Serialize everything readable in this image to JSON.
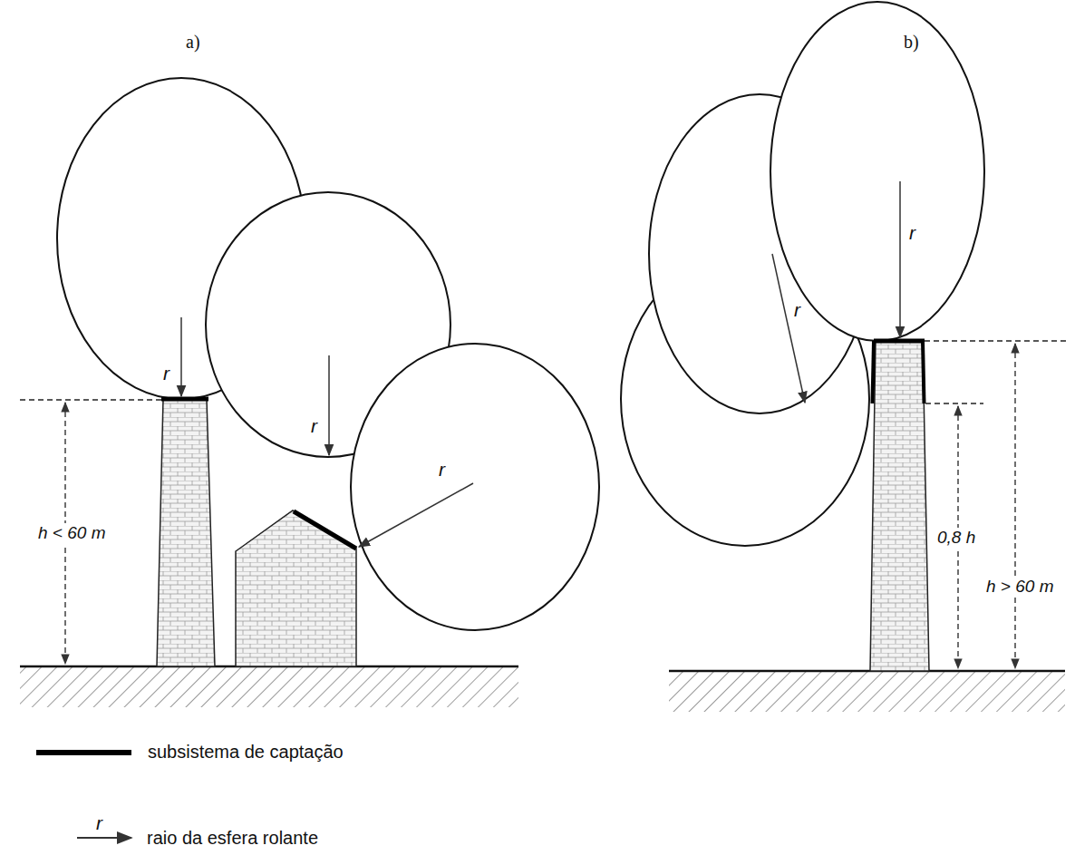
{
  "diagram": {
    "labels": [
      "a)",
      "r",
      "r",
      "r",
      "h < 60 m",
      "b)",
      "r",
      "r",
      "h > 60 m",
      "0,8 h",
      "r"
    ],
    "legend": [
      {
        "text": "subsistema de captação"
      },
      {
        "text": "raio da esfera rolante"
      }
    ]
  }
}
